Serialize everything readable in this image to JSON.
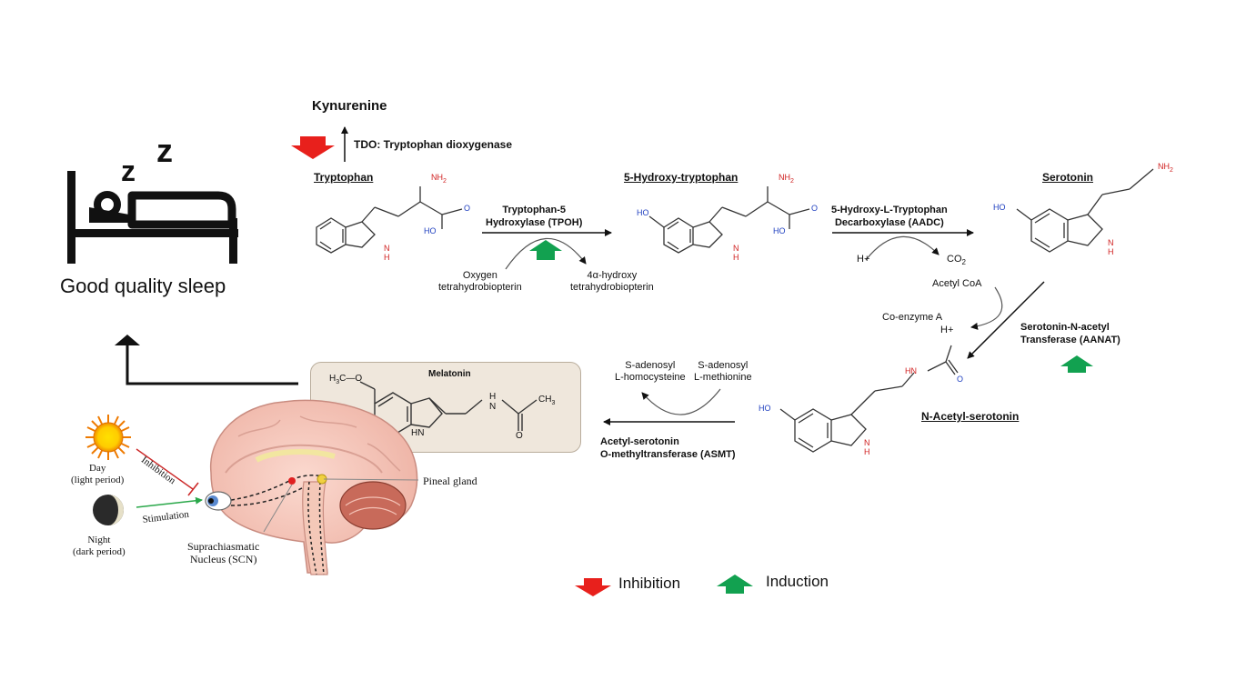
{
  "sleep": {
    "label": "Good quality sleep",
    "icon": "sleeping-bed-icon"
  },
  "kynurenine": {
    "label": "Kynurenine",
    "enzyme": "TDO: Tryptophan dioxygenase"
  },
  "compounds": {
    "tryptophan": "Tryptophan",
    "hydroxytryptophan": "5-Hydroxy-tryptophan",
    "serotonin": "Serotonin",
    "n_acetyl_serotonin": "N-Acetyl-serotonin",
    "melatonin": "Melatonin"
  },
  "enzymes": {
    "tpoh": [
      "Tryptophan-5",
      "Hydroxylase (TPOH)"
    ],
    "aadc": [
      "5-Hydroxy-L-Tryptophan",
      "Decarboxylase (AADC)"
    ],
    "aanat": [
      "Serotonin-N-acetyl",
      "Transferase (AANAT)"
    ],
    "asmt": [
      "Acetyl-serotonin",
      "O-methyltransferase (ASMT)"
    ]
  },
  "cofactors": {
    "oxygen": [
      "Oxygen",
      "tetrahydrobiopterin"
    ],
    "hydroxy_bh4": [
      "4α-hydroxy",
      "tetrahydrobiopterin"
    ],
    "h_plus": "H+",
    "co2": "CO",
    "co2_sub": "2",
    "acetyl_coa": "Acetyl CoA",
    "coenzyme_a": "Co-enzyme A",
    "h_plus_2": "H+",
    "sam": [
      "S-adenosyl",
      "L-methionine"
    ],
    "sah": [
      "S-adenosyl",
      "L-homocysteine"
    ]
  },
  "atoms": {
    "nh2": "NH",
    "nh2_sub": "2",
    "oh": "HO",
    "o": "O",
    "nh": "NH",
    "h": "H",
    "n": "N",
    "hn": "HN",
    "methoxy": "H",
    "methoxy_sub": "3",
    "methoxy_c": "C",
    "ch3": "CH",
    "ch3_sub": "3"
  },
  "brain": {
    "day": [
      "Day",
      "(light period)"
    ],
    "night": [
      "Night",
      "(dark period)"
    ],
    "inhibition": "Inhibition",
    "stimulation": "Stimulation",
    "pineal": "Pineal gland",
    "scn": [
      "Suprachiasmatic",
      "Nucleus (SCN)"
    ]
  },
  "legend": {
    "inhibition": "Inhibition",
    "induction": "Induction"
  },
  "colors": {
    "inhibition": "#e8201c",
    "induction": "#12a150",
    "heteroatom_n": "#d02020",
    "heteroatom_o": "#2040c0",
    "melatonin_box": "#efe7dc"
  }
}
